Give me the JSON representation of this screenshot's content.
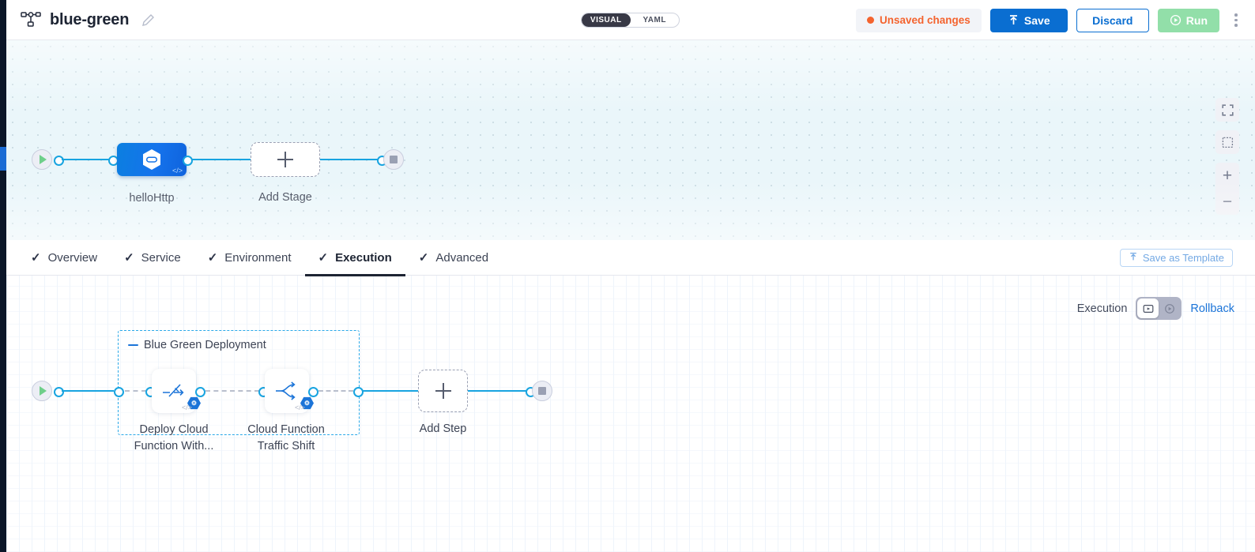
{
  "header": {
    "pipeline_icon": "pipeline-nodes-icon",
    "title": "blue-green",
    "edit_icon": "pencil-icon",
    "view_toggle": {
      "visual": "VISUAL",
      "yaml": "YAML",
      "selected": "VISUAL"
    },
    "unsaved_label": "Unsaved changes",
    "save_label": "Save",
    "discard_label": "Discard",
    "run_label": "Run",
    "more_icon": "kebab-menu-icon",
    "colors": {
      "save": "#0a6ed1",
      "run": "#92dfa9",
      "unsaved": "#f4632e"
    }
  },
  "stage_canvas": {
    "start_icon": "play-circle-icon",
    "end_icon": "stop-circle-icon",
    "stage_name": "helloHttp",
    "stage_icon": "hexagon-infinity-icon",
    "stage_code_tag": "</>",
    "add_stage_label": "Add Stage",
    "add_icon": "plus-icon"
  },
  "controls": [
    {
      "name": "fullscreen-icon",
      "label": ""
    },
    {
      "name": "fit-to-screen-icon",
      "label": ""
    },
    {
      "name": "zoom-in-icon",
      "label": "+"
    },
    {
      "name": "zoom-out-icon",
      "label": "−"
    }
  ],
  "tabs": [
    {
      "label": "Overview",
      "checked": true,
      "active": false
    },
    {
      "label": "Service",
      "checked": true,
      "active": false
    },
    {
      "label": "Environment",
      "checked": true,
      "active": false
    },
    {
      "label": "Execution",
      "checked": true,
      "active": true
    },
    {
      "label": "Advanced",
      "checked": true,
      "active": false
    }
  ],
  "save_as_template": {
    "label": "Save as Template",
    "icon": "template-upload-icon"
  },
  "execution": {
    "label": "Execution",
    "toggle": [
      {
        "name": "execution-mode-icon",
        "selected": true
      },
      {
        "name": "rollback-mode-icon",
        "selected": false
      }
    ],
    "rollback_link": "Rollback"
  },
  "step_canvas": {
    "start_icon": "play-circle-icon",
    "end_icon": "stop-circle-icon",
    "group_title": "Blue Green Deployment",
    "steps": [
      {
        "label_line1": "Deploy Cloud",
        "label_line2": "Function With...",
        "icon": "deploy-function-icon",
        "badge": "harness-badge",
        "code_tag": "</>"
      },
      {
        "label_line1": "Cloud Function",
        "label_line2": "Traffic Shift",
        "icon": "traffic-split-icon",
        "badge": "harness-badge",
        "code_tag": "</>"
      }
    ],
    "add_step_label": "Add Step",
    "add_icon": "plus-icon"
  }
}
